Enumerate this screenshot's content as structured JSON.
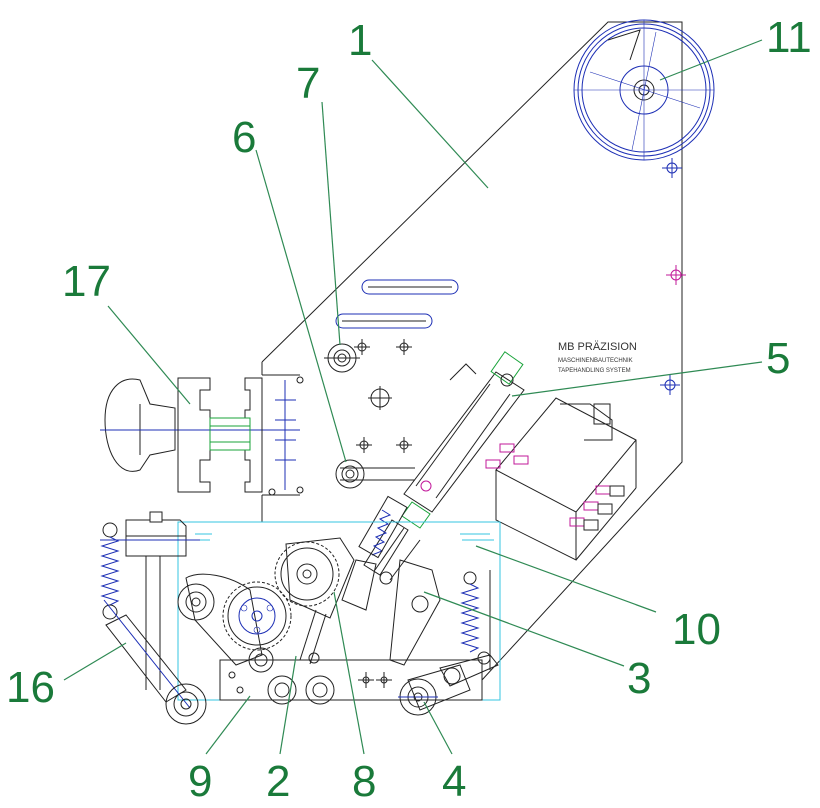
{
  "diagram": {
    "callouts": [
      {
        "id": "1",
        "label": "1"
      },
      {
        "id": "2",
        "label": "2"
      },
      {
        "id": "3",
        "label": "3"
      },
      {
        "id": "4",
        "label": "4"
      },
      {
        "id": "5",
        "label": "5"
      },
      {
        "id": "6",
        "label": "6"
      },
      {
        "id": "7",
        "label": "7"
      },
      {
        "id": "8",
        "label": "8"
      },
      {
        "id": "9",
        "label": "9"
      },
      {
        "id": "10",
        "label": "10"
      },
      {
        "id": "11",
        "label": "11"
      },
      {
        "id": "16",
        "label": "16"
      },
      {
        "id": "17",
        "label": "17"
      }
    ],
    "brand": {
      "title": "MB PRÄZISION",
      "line1": "MASCHINENBAUTECHNIK",
      "line2": "TAPEHANDLING SYSTEM"
    },
    "colors": {
      "callout_text": "#1a7a3a",
      "leader_line": "#2f8a54",
      "outline": "#222222",
      "component_blue": "#1d2fb5",
      "guard_light_blue": "#35c4e0",
      "marker_magenta": "#c2189a",
      "marker_green": "#19a33a"
    }
  }
}
